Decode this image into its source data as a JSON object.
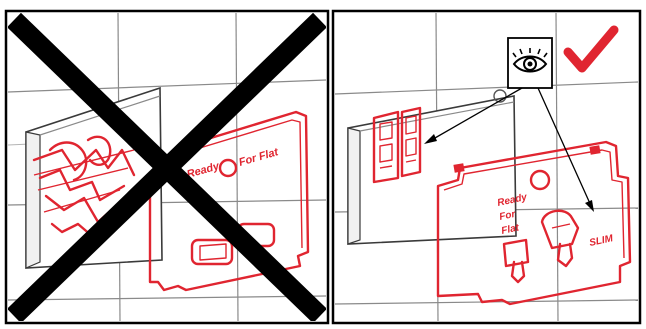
{
  "colors": {
    "accent_red": "#e02530",
    "cross_black": "#000000",
    "frame_black": "#000000"
  },
  "left_panel": {
    "status_icon": "cross-mark-icon",
    "plate_labels": {
      "label_ready": "Ready",
      "label_for_flat": "For Flat"
    }
  },
  "right_panel": {
    "status_icon": "checkmark-icon",
    "inspect_icon": "eye-icon",
    "plate_labels": {
      "label_ready": "Ready",
      "label_for": "For",
      "label_flat": "Flat",
      "label_side": "SLIM"
    }
  }
}
